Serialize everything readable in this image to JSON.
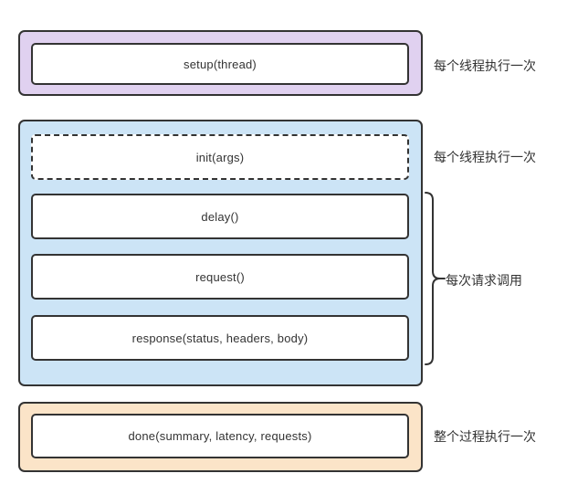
{
  "colors": {
    "background": "#FFFFFF",
    "border": "#333333",
    "text": "#333333",
    "purple_fill": "#E0D1F0",
    "blue_fill": "#CCE4F6",
    "orange_fill": "#FBE4C8",
    "box_fill": "#FFFFFF"
  },
  "diagram": {
    "setup_box_label": "setup(thread)",
    "setup_annotation": "每个线程执行一次",
    "init_box_label": "init(args)",
    "init_annotation": "每个线程执行一次",
    "delay_box_label": "delay()",
    "request_box_label": "request()",
    "response_box_label": "response(status, headers, body)",
    "per_request_annotation": "每次请求调用",
    "done_box_label": "done(summary, latency, requests)",
    "done_annotation": "整个过程执行一次"
  }
}
